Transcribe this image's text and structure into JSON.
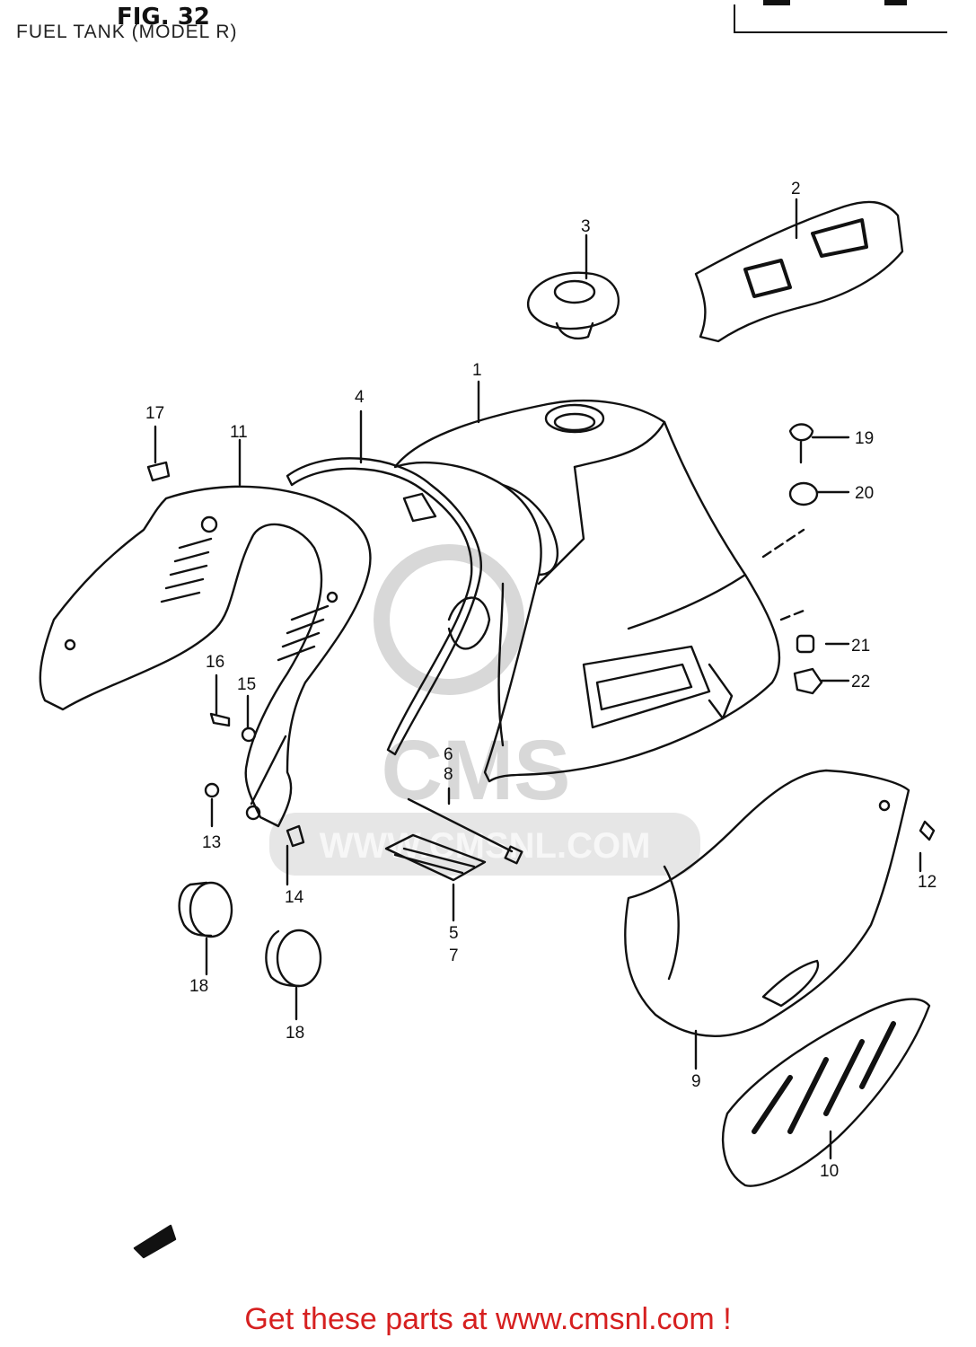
{
  "header": {
    "title": "FUEL TANK (MODEL R)",
    "fig": "FIG. 32"
  },
  "watermark": {
    "brand": "CMS",
    "url": "WWW.CMSNL.COM"
  },
  "callouts": [
    "1",
    "2",
    "3",
    "4",
    "5",
    "6",
    "7",
    "8",
    "9",
    "10",
    "11",
    "12",
    "13",
    "14",
    "15",
    "16",
    "17",
    "18",
    "18",
    "19",
    "20",
    "21",
    "22"
  ],
  "footer": {
    "cta": "Get these parts at www.cmsnl.com !"
  },
  "colors": {
    "cta": "#d62020",
    "line": "#111111",
    "watermark": "#d8d8d8"
  }
}
